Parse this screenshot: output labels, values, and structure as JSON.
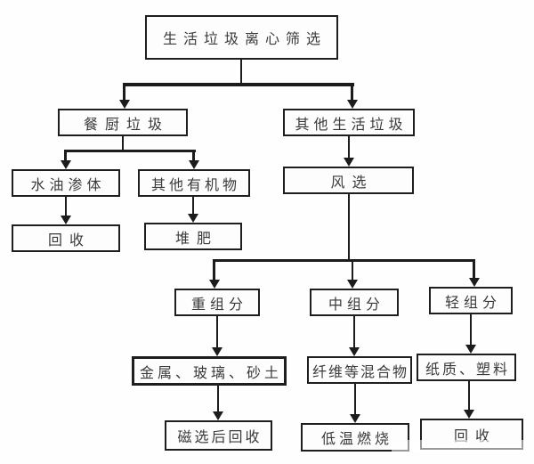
{
  "flowchart": {
    "nodes": {
      "root": {
        "label": "生活垃圾离心筛选"
      },
      "kitchen_waste": {
        "label": "餐厨垃圾"
      },
      "other_waste": {
        "label": "其他生活垃圾"
      },
      "water_oil": {
        "label": "水油渗体"
      },
      "other_organic": {
        "label": "其他有机物"
      },
      "air_classify": {
        "label": "风选"
      },
      "recycle_left": {
        "label": "回收"
      },
      "compost": {
        "label": "堆肥"
      },
      "heavy_fraction": {
        "label": "重组分"
      },
      "medium_fraction": {
        "label": "中组分"
      },
      "light_fraction": {
        "label": "轻组分"
      },
      "metal_glass": {
        "label": "金属、玻璃、砂土"
      },
      "fiber_mixture": {
        "label": "纤维等混合物"
      },
      "paper_plastic": {
        "label": "纸质、塑料"
      },
      "magnetic_recycle": {
        "label": "磁选后回收"
      },
      "low_temp_burn": {
        "label": "低温燃烧"
      },
      "recycle_right": {
        "label": "回收"
      }
    },
    "edges": [
      {
        "from": "root",
        "to": "kitchen_waste"
      },
      {
        "from": "root",
        "to": "other_waste"
      },
      {
        "from": "kitchen_waste",
        "to": "water_oil"
      },
      {
        "from": "kitchen_waste",
        "to": "other_organic"
      },
      {
        "from": "other_waste",
        "to": "air_classify"
      },
      {
        "from": "water_oil",
        "to": "recycle_left"
      },
      {
        "from": "other_organic",
        "to": "compost"
      },
      {
        "from": "air_classify",
        "to": "heavy_fraction"
      },
      {
        "from": "air_classify",
        "to": "medium_fraction"
      },
      {
        "from": "air_classify",
        "to": "light_fraction"
      },
      {
        "from": "heavy_fraction",
        "to": "metal_glass"
      },
      {
        "from": "medium_fraction",
        "to": "fiber_mixture"
      },
      {
        "from": "light_fraction",
        "to": "paper_plastic"
      },
      {
        "from": "metal_glass",
        "to": "magnetic_recycle"
      },
      {
        "from": "fiber_mixture",
        "to": "low_temp_burn"
      },
      {
        "from": "paper_plastic",
        "to": "recycle_right"
      }
    ],
    "colors": {
      "line": "#1c1c1c",
      "border": "#1e1e1e",
      "text": "#3a3a3a",
      "background": "#fefefe"
    }
  }
}
